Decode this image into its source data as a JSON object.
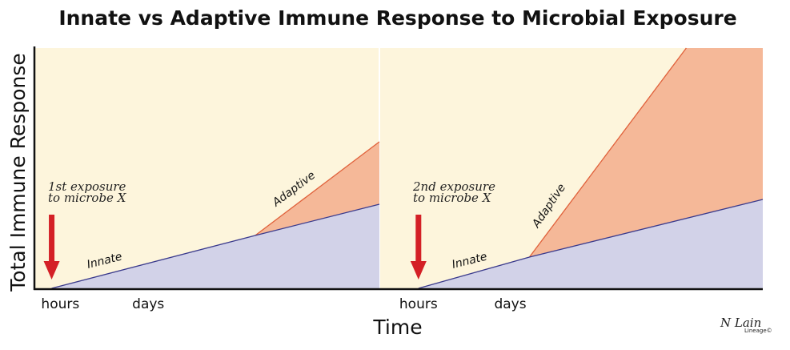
{
  "chart_data": {
    "type": "area",
    "title": "Innate vs Adaptive Immune Response to Microbial Exposure",
    "xlabel": "Time",
    "ylabel": "Total Immune Response",
    "ylim": [
      0,
      100
    ],
    "xlim": [
      0,
      10
    ],
    "colors": {
      "background": "#fdf5dc",
      "innate": "#d2d2e8",
      "innate_line": "#3a3a8c",
      "adaptive": "#f5b898",
      "adaptive_line": "#e0603a",
      "arrow": "#d42026"
    },
    "panels": [
      {
        "annotation": [
          "1st exposure",
          "to microbe X"
        ],
        "exposure_time": 0.5,
        "innate": {
          "label": "Innate",
          "points": [
            [
              0.5,
              0
            ],
            [
              6.4,
              22
            ],
            [
              10,
              35
            ]
          ]
        },
        "adaptive": {
          "label": "Adaptive",
          "points": [
            [
              6.4,
              22
            ],
            [
              10,
              61
            ]
          ]
        },
        "ticks": [
          {
            "label": "hours",
            "x": 0.75
          },
          {
            "label": "days",
            "x": 3.3
          }
        ]
      },
      {
        "annotation": [
          "2nd exposure",
          "to microbe X"
        ],
        "exposure_time": 1.0,
        "innate": {
          "label": "Innate",
          "points": [
            [
              1.0,
              0
            ],
            [
              3.9,
              13
            ],
            [
              10,
              37
            ]
          ]
        },
        "adaptive": {
          "label": "Adaptive",
          "points": [
            [
              3.9,
              13
            ],
            [
              8.0,
              100
            ],
            [
              10,
              100
            ]
          ]
        },
        "ticks": [
          {
            "label": "hours",
            "x": 1.0
          },
          {
            "label": "days",
            "x": 3.4
          }
        ]
      }
    ]
  },
  "signature": {
    "name": "N Lain",
    "brand": "Lineage©"
  }
}
